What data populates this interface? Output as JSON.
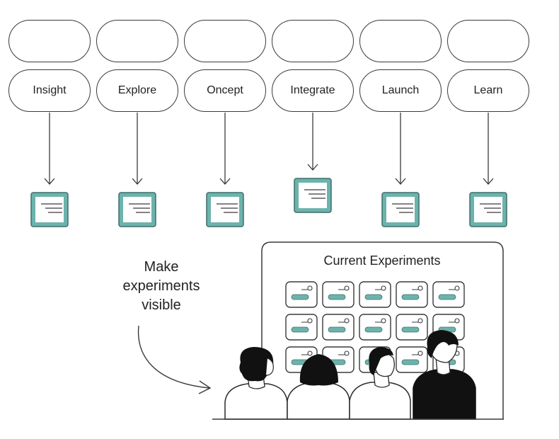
{
  "stages": [
    {
      "label": "Insight"
    },
    {
      "label": "Explore"
    },
    {
      "label": "Oncept"
    },
    {
      "label": "Integrate"
    },
    {
      "label": "Launch"
    },
    {
      "label": "Learn"
    }
  ],
  "caption": {
    "lines": [
      "Make",
      "experiments",
      "visible"
    ]
  },
  "board": {
    "title": "Current Experiments",
    "rows": 3,
    "cols": 5
  },
  "colors": {
    "accent": "#6db3ad",
    "accent_border": "#3d6f6a",
    "stroke": "#3a3a3a",
    "person_dark": "#111111"
  }
}
